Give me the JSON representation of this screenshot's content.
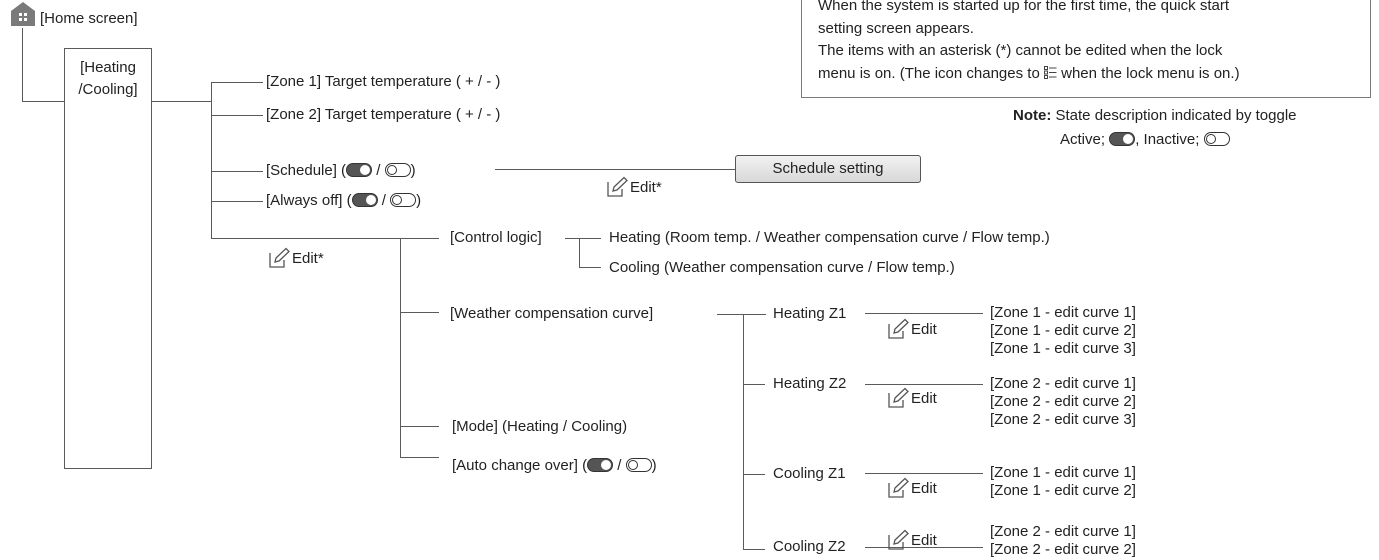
{
  "home": {
    "label": "[Home screen]"
  },
  "heating_box": {
    "label": "[Heating\n/Cooling]"
  },
  "branches": {
    "zone1_target": "[Zone 1] Target temperature ( + / - )",
    "zone2_target": "[Zone 2] Target temperature ( + / - )",
    "schedule": "[Schedule] (",
    "always_off": "[Always off] (",
    "slash": " / ",
    "close": ")"
  },
  "schedule_setting_button": "Schedule setting",
  "edit_star": "Edit*",
  "edit": "Edit",
  "control_logic": {
    "label": "[Control logic]",
    "heating": "Heating (Room temp. / Weather compensation curve / Flow temp.)",
    "cooling": "Cooling (Weather compensation curve / Flow temp.)"
  },
  "weather_curve": {
    "label": "[Weather compensation curve]",
    "groups": [
      {
        "name": "Heating Z1",
        "items": [
          "[Zone 1 - edit curve 1]",
          "[Zone 1 - edit curve 2]",
          "[Zone 1 - edit curve 3]"
        ]
      },
      {
        "name": "Heating Z2",
        "items": [
          "[Zone 2 - edit curve 1]",
          "[Zone 2 - edit curve 2]",
          "[Zone 2 - edit curve 3]"
        ]
      },
      {
        "name": "Cooling Z1",
        "items": [
          "[Zone 1 - edit curve 1]",
          "[Zone 1 - edit curve 2]"
        ]
      },
      {
        "name": "Cooling Z2",
        "items": [
          "[Zone 2 - edit curve 1]",
          "[Zone 2 - edit curve 2]"
        ]
      }
    ]
  },
  "mode": "[Mode] (Heating / Cooling)",
  "auto_change_over": "[Auto change over] (",
  "info": {
    "line1": "When the system is started up for the first time, the quick start",
    "line2": "setting screen appears.",
    "line3": "The items with an asterisk (*) cannot be edited when the lock",
    "line4a": "menu is on. (The icon changes to ",
    "line4b": " when the lock menu is on.)"
  },
  "note": {
    "label": "Note:",
    "text": "State description indicated by toggle",
    "active": "Active; ",
    "inactive": ", Inactive; "
  },
  "icons": {
    "home": "home-icon",
    "edit": "edit-pencil-icon",
    "lock_list": "list-icon",
    "toggle_on": "toggle-on-icon",
    "toggle_off": "toggle-off-icon"
  },
  "colors": {
    "line": "#5a5a5a",
    "home_icon": "#7a7a7a"
  }
}
